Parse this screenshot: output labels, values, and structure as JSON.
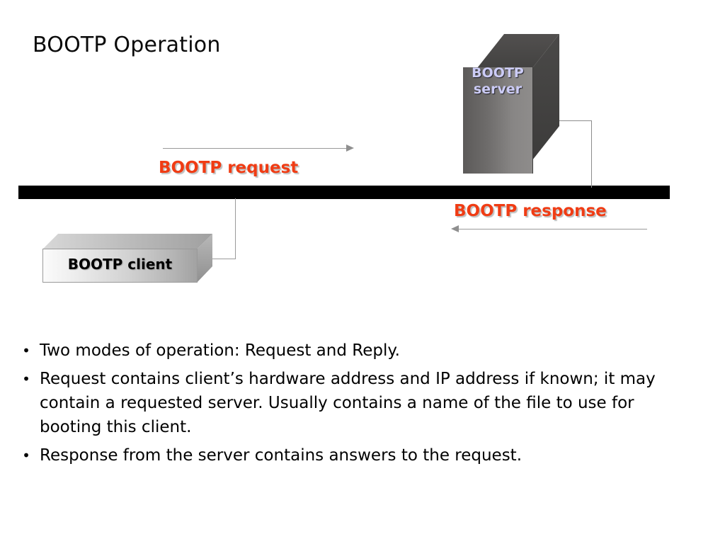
{
  "slide": {
    "title": "BOOTP Operation"
  },
  "diagram": {
    "server": {
      "label_line1": "BOOTP",
      "label_line2": "server",
      "label_color": "#ccccf6",
      "box_color": "#6e6c6b"
    },
    "client": {
      "label": "BOOTP client",
      "label_color": "#000000",
      "box_color": "#d2d2d2"
    },
    "network": {
      "name": "network-backbone",
      "color": "#000000"
    },
    "flows": [
      {
        "label": "BOOTP request",
        "direction": "right",
        "color": "#f03c14"
      },
      {
        "label": "BOOTP response",
        "direction": "left",
        "color": "#f03c14"
      }
    ]
  },
  "bullets": [
    {
      "marker": "•",
      "text": "Two modes of operation:  Request and Reply."
    },
    {
      "marker": "•",
      "text": "Request contains client’s hardware address and IP address if known; it may contain a requested server.  Usually contains a name of the file to use for booting this client."
    },
    {
      "marker": "•",
      "text": "Response from the server contains answers to the request."
    }
  ]
}
